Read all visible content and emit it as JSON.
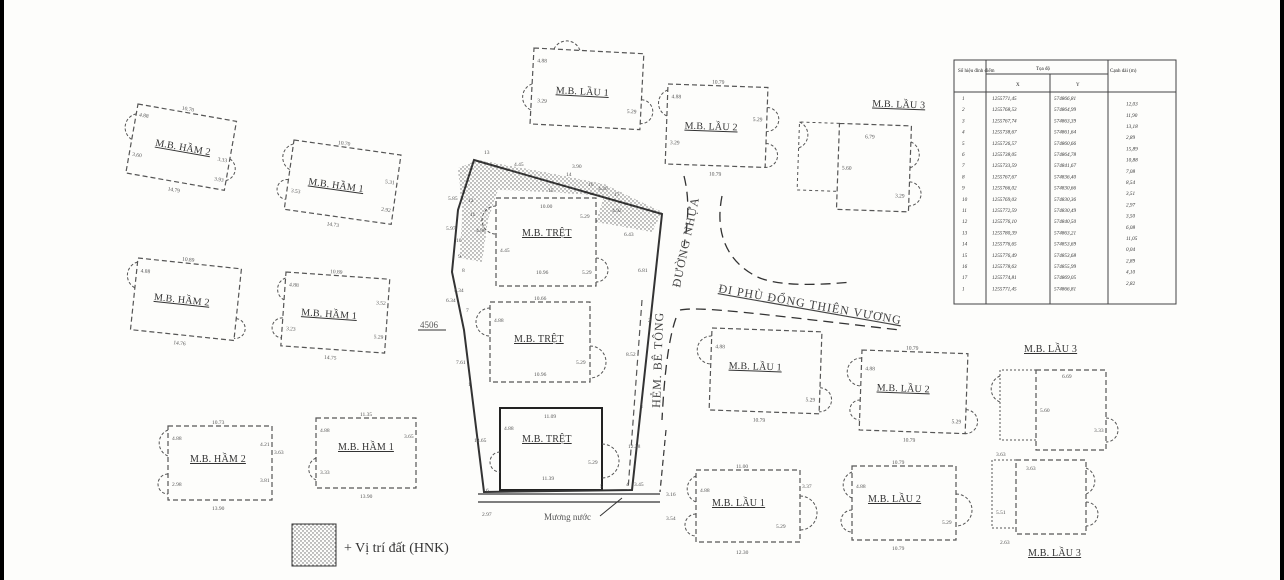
{
  "floorplans": [
    {
      "label": "M.B. HẦM 2",
      "dims": [
        "10.70",
        "14.79",
        "4.88",
        "3.60",
        "3.33",
        "3.93"
      ]
    },
    {
      "label": "M.B. HẦM 1",
      "dims": [
        "10.70",
        "14.73",
        "5.31",
        "3.53",
        "2.92"
      ]
    },
    {
      "label": "M.B. HẦM 2",
      "dims": [
        "10.89",
        "14.76",
        "4.88"
      ]
    },
    {
      "label": "M.B. HẦM 1",
      "dims": [
        "10.89",
        "14.75",
        "4.88",
        "3.52",
        "5.29",
        "3.23"
      ]
    },
    {
      "label": "M.B. HẦM 2",
      "dims": [
        "10.73",
        "13.90",
        "4.88",
        "4.21",
        "3.63",
        "3.81",
        "2.98"
      ]
    },
    {
      "label": "M.B. HẦM 1",
      "dims": [
        "11.35",
        "13.90",
        "4.88",
        "3.65",
        "3.33"
      ]
    },
    {
      "label": "M.B. LẦU 1",
      "dims": [
        "4.88",
        "3.29",
        "5.29"
      ]
    },
    {
      "label": "M.B. LẦU 2",
      "dims": [
        "10.79",
        "10.79",
        "4.88",
        "3.29",
        "5.29"
      ]
    },
    {
      "label": "M.B. LẦU 3",
      "dims": [
        "6.79",
        "5.60",
        "3.29"
      ]
    },
    {
      "label": "M.B. TRỆT",
      "dims": [
        "10.00",
        "5.29",
        "4.45",
        "10.96",
        "5.29"
      ]
    },
    {
      "label": "M.B. TRỆT",
      "dims": [
        "10.66",
        "4.88",
        "10.96",
        "5.29"
      ]
    },
    {
      "label": "M.B. TRỆT",
      "dims": [
        "11.09",
        "4.88",
        "11.39",
        "5.29"
      ]
    },
    {
      "label": "M.B. LẦU 1",
      "dims": [
        "10.79",
        "4.88",
        "5.29"
      ]
    },
    {
      "label": "M.B. LẦU 2",
      "dims": [
        "10.79",
        "10.79",
        "4.88",
        "5.29"
      ]
    },
    {
      "label": "M.B. LẦU 3",
      "dims": [
        "6.69",
        "5.60",
        "3.33"
      ]
    },
    {
      "label": "M.B. LẦU 1",
      "dims": [
        "11.00",
        "12.30",
        "4.88",
        "5.29",
        "3.37"
      ]
    },
    {
      "label": "M.B. LẦU 2",
      "dims": [
        "10.79",
        "10.79",
        "4.88",
        "5.29"
      ]
    },
    {
      "label": "M.B. LẦU 3",
      "dims": [
        "3.63",
        "3.63",
        "2.63",
        "5.51"
      ]
    }
  ],
  "roads": {
    "duong_nhua": "ĐƯỜNG NHỰA",
    "di_phu_dong": "ĐI PHÙ ĐỔNG THIÊN VƯƠNG",
    "hem_be_tong": "HẺM. BÊ TÔNG",
    "muong_nuoc": "Mương nước",
    "ref_4506": "4506"
  },
  "legend": {
    "label": "+ Vị trí đất (HNK)"
  },
  "parcel_points": [
    "1",
    "2",
    "3",
    "4",
    "5",
    "6",
    "7",
    "8",
    "9",
    "10",
    "11",
    "12",
    "13",
    "14",
    "15",
    "16",
    "17"
  ],
  "parcel_dims": [
    "6.43",
    "4.88",
    "5.85",
    "4.45",
    "3.90",
    "4.20",
    "5.97",
    "4.34",
    "6.34",
    "7.61",
    "13.65",
    "8.52",
    "2.97",
    "6.81",
    "3.45",
    "12.38",
    "3.16",
    "3.54",
    "4.92"
  ],
  "coord_table": {
    "headers": {
      "col1": "Số hiệu\nđỉnh điểm",
      "group": "Tọa độ",
      "x": "X",
      "y": "Y",
      "col4": "Cạnh dài (m)"
    },
    "rows": [
      [
        "1",
        "1255771,45",
        "574866,81",
        "12,03"
      ],
      [
        "2",
        "1255768,53",
        "574864,99",
        "11,90"
      ],
      [
        "3",
        "1255767,74",
        "574863,39",
        "13,18"
      ],
      [
        "4",
        "1255738,67",
        "574861,64",
        "2,89"
      ],
      [
        "5",
        "1255726,57",
        "574860,66",
        "15,89"
      ],
      [
        "6",
        "1255738,05",
        "574864,78",
        "10,88"
      ],
      [
        "7",
        "1255733,59",
        "574841,67",
        "7,08"
      ],
      [
        "8",
        "1255767,67",
        "574836,40",
        "8,54"
      ],
      [
        "9",
        "1255766,02",
        "574830,66",
        "3,51"
      ],
      [
        "10",
        "1255769,03",
        "574830,36",
        "2,97"
      ],
      [
        "11",
        "1255772,59",
        "574830,49",
        "3,50"
      ],
      [
        "12",
        "1255776,10",
        "574840,50",
        "6,08"
      ],
      [
        "13",
        "1255780,39",
        "574863,21",
        "11,05"
      ],
      [
        "14",
        "1255776,65",
        "574853,69",
        "0,04"
      ],
      [
        "15",
        "1255776,49",
        "574853,68",
        "2,89"
      ],
      [
        "16",
        "1255778,63",
        "574855,99",
        "4,10"
      ],
      [
        "17",
        "1255774,81",
        "574869,05",
        "2,82"
      ],
      [
        "1",
        "1255771,45",
        "574866,81",
        ""
      ]
    ]
  }
}
